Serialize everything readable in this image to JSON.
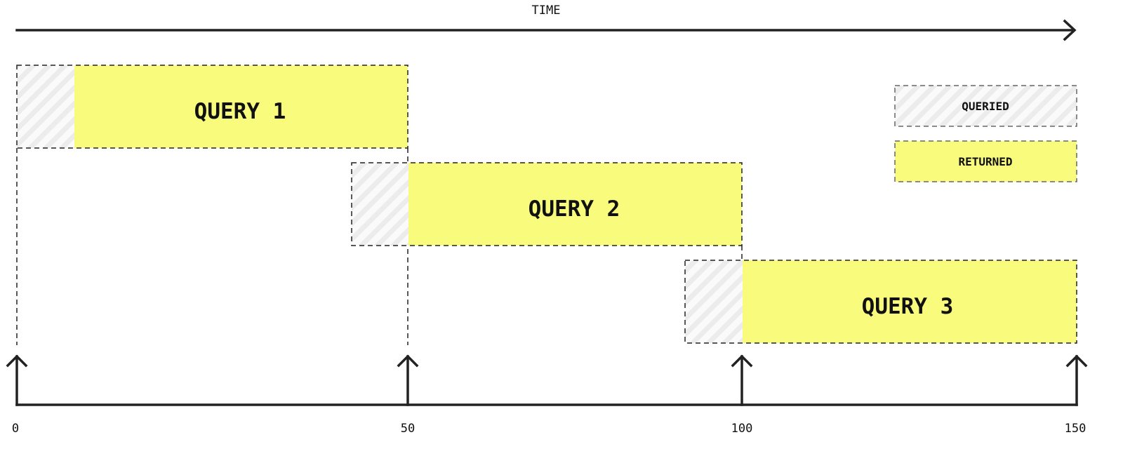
{
  "time_label": "TIME",
  "queries": [
    {
      "label": "QUERY 1",
      "start": 0,
      "end": 50
    },
    {
      "label": "QUERY 2",
      "start": 50,
      "end": 100
    },
    {
      "label": "QUERY 3",
      "start": 100,
      "end": 150
    }
  ],
  "ticks": [
    "0",
    "50",
    "100",
    "150"
  ],
  "legend": {
    "queried": "QUERIED",
    "returned": "RETURNED"
  },
  "colors": {
    "returned": "#f8fb7c",
    "queried_hatch": "#eeeeee",
    "line": "#222222"
  }
}
